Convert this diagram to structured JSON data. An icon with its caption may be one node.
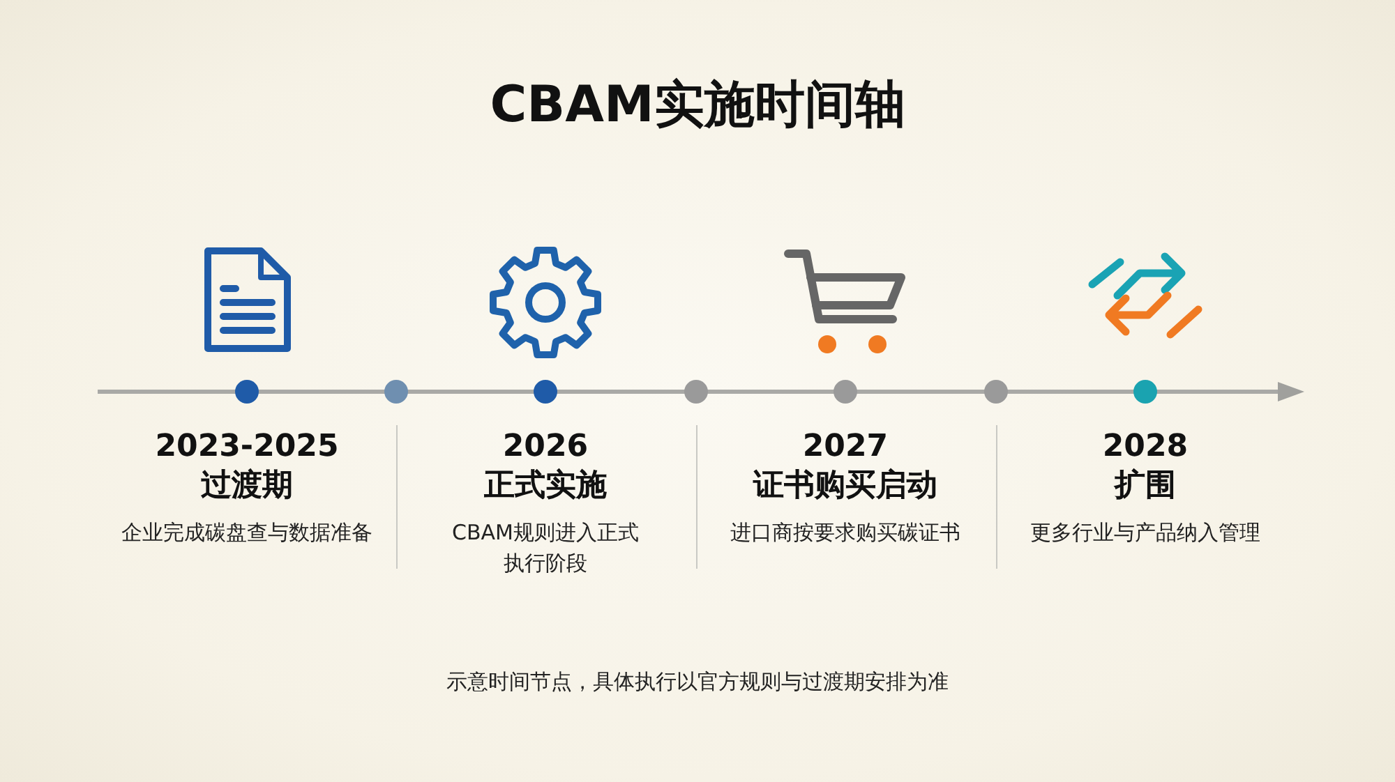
{
  "diagram": {
    "title": "CBAM实施时间轴",
    "caption": "示意时间节点，具体执行以官方规则与过渡期安排为准",
    "nodes": [
      {
        "text": [
          "2023-2025",
          "过渡期",
          "企业完成碳盘查与数据准备"
        ]
      },
      {
        "text": [
          "2026",
          "正式实施",
          "CBAM规则进入正式执行阶段"
        ]
      },
      {
        "text": [
          "2027",
          "证书购买启动",
          "进口商按要求购买碳证书"
        ]
      },
      {
        "text": [
          "2028",
          "扩围",
          "更多行业与产品纳入管理"
        ]
      }
    ]
  }
}
